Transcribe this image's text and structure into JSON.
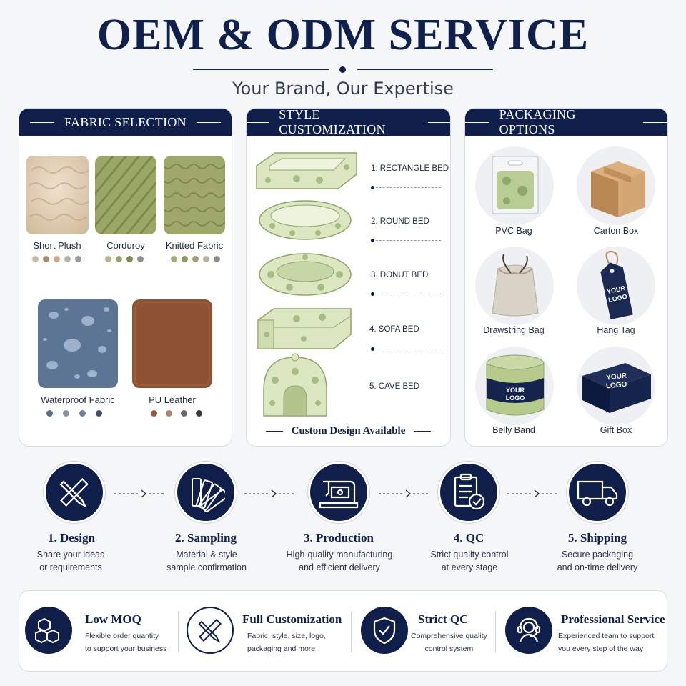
{
  "header": {
    "title": "OEM & ODM SERVICE",
    "subtitle": "Your Brand, Our Expertise"
  },
  "fabric": {
    "heading": "FABRIC SELECTION",
    "items": [
      {
        "label": "Short Plush",
        "colors": [
          "#cdb8a0",
          "#a88a6e",
          "#d6a58a",
          "#b7b1a6",
          "#9b9b9b"
        ]
      },
      {
        "label": "Corduroy",
        "colors": [
          "#b8b08c",
          "#9aa46a",
          "#7d8a52",
          "#8e8e8e"
        ]
      },
      {
        "label": "Knitted Fabric",
        "colors": [
          "#a8ad72",
          "#8f9a5c",
          "#a99b78",
          "#b9b29c",
          "#8d8d8d"
        ]
      },
      {
        "label": "Waterproof Fabric",
        "colors": [
          "#5a6f8a",
          "#8994a3",
          "#6f84a0",
          "#3f4f66"
        ]
      },
      {
        "label": "PU Leather",
        "colors": [
          "#9a5a3a",
          "#b0866a",
          "#6e6a64",
          "#3c3c3c"
        ]
      }
    ]
  },
  "styles": {
    "heading": "STYLE CUSTOMIZATION",
    "items": [
      "1. RECTANGLE BED",
      "2. ROUND BED",
      "3. DONUT BED",
      "4. SOFA BED",
      "5. CAVE BED"
    ],
    "footer": "Custom Design Available"
  },
  "packaging": {
    "heading": "PACKAGING OPTIONS",
    "items": [
      "PVC Bag",
      "Carton Box",
      "Drawstring Bag",
      "Hang Tag",
      "Belly Band",
      "Gift Box"
    ],
    "logo_text": [
      "YOUR",
      "LOGO"
    ]
  },
  "process": [
    {
      "title": "1.  Design",
      "desc1": "Share your ideas",
      "desc2": "or requirements",
      "icon": "pencil-ruler-icon"
    },
    {
      "title": "2.  Sampling",
      "desc1": "Material & style",
      "desc2": "sample confirmation",
      "icon": "swatch-fan-icon"
    },
    {
      "title": "3.  Production",
      "desc1": "High-quality manufacturing",
      "desc2": "and efficient delivery",
      "icon": "sewing-machine-icon"
    },
    {
      "title": "4.  QC",
      "desc1": "Strict quality control",
      "desc2": "at every stage",
      "icon": "clipboard-check-icon"
    },
    {
      "title": "5.  Shipping",
      "desc1": "Secure packaging",
      "desc2": "and on-time delivery",
      "icon": "truck-icon"
    }
  ],
  "features": [
    {
      "title": "Low MOQ",
      "desc1": "Flexible order quantity",
      "desc2": "to support your business",
      "icon": "boxes-icon"
    },
    {
      "title": "Full Customization",
      "desc1": "Fabric, style, size, logo,",
      "desc2": "packaging and more",
      "icon": "pencil-ruler-icon"
    },
    {
      "title": "Strict QC",
      "desc1": "Comprehensive quality",
      "desc2": "control system",
      "icon": "shield-check-icon"
    },
    {
      "title": "Professional Service",
      "desc1": "Experienced team to support",
      "desc2": "you every step of the way",
      "icon": "headset-icon"
    }
  ],
  "colors": {
    "navy": "#0f1f4a",
    "bed_green": "#dfe8c6",
    "bed_print": "#a9bf86"
  }
}
